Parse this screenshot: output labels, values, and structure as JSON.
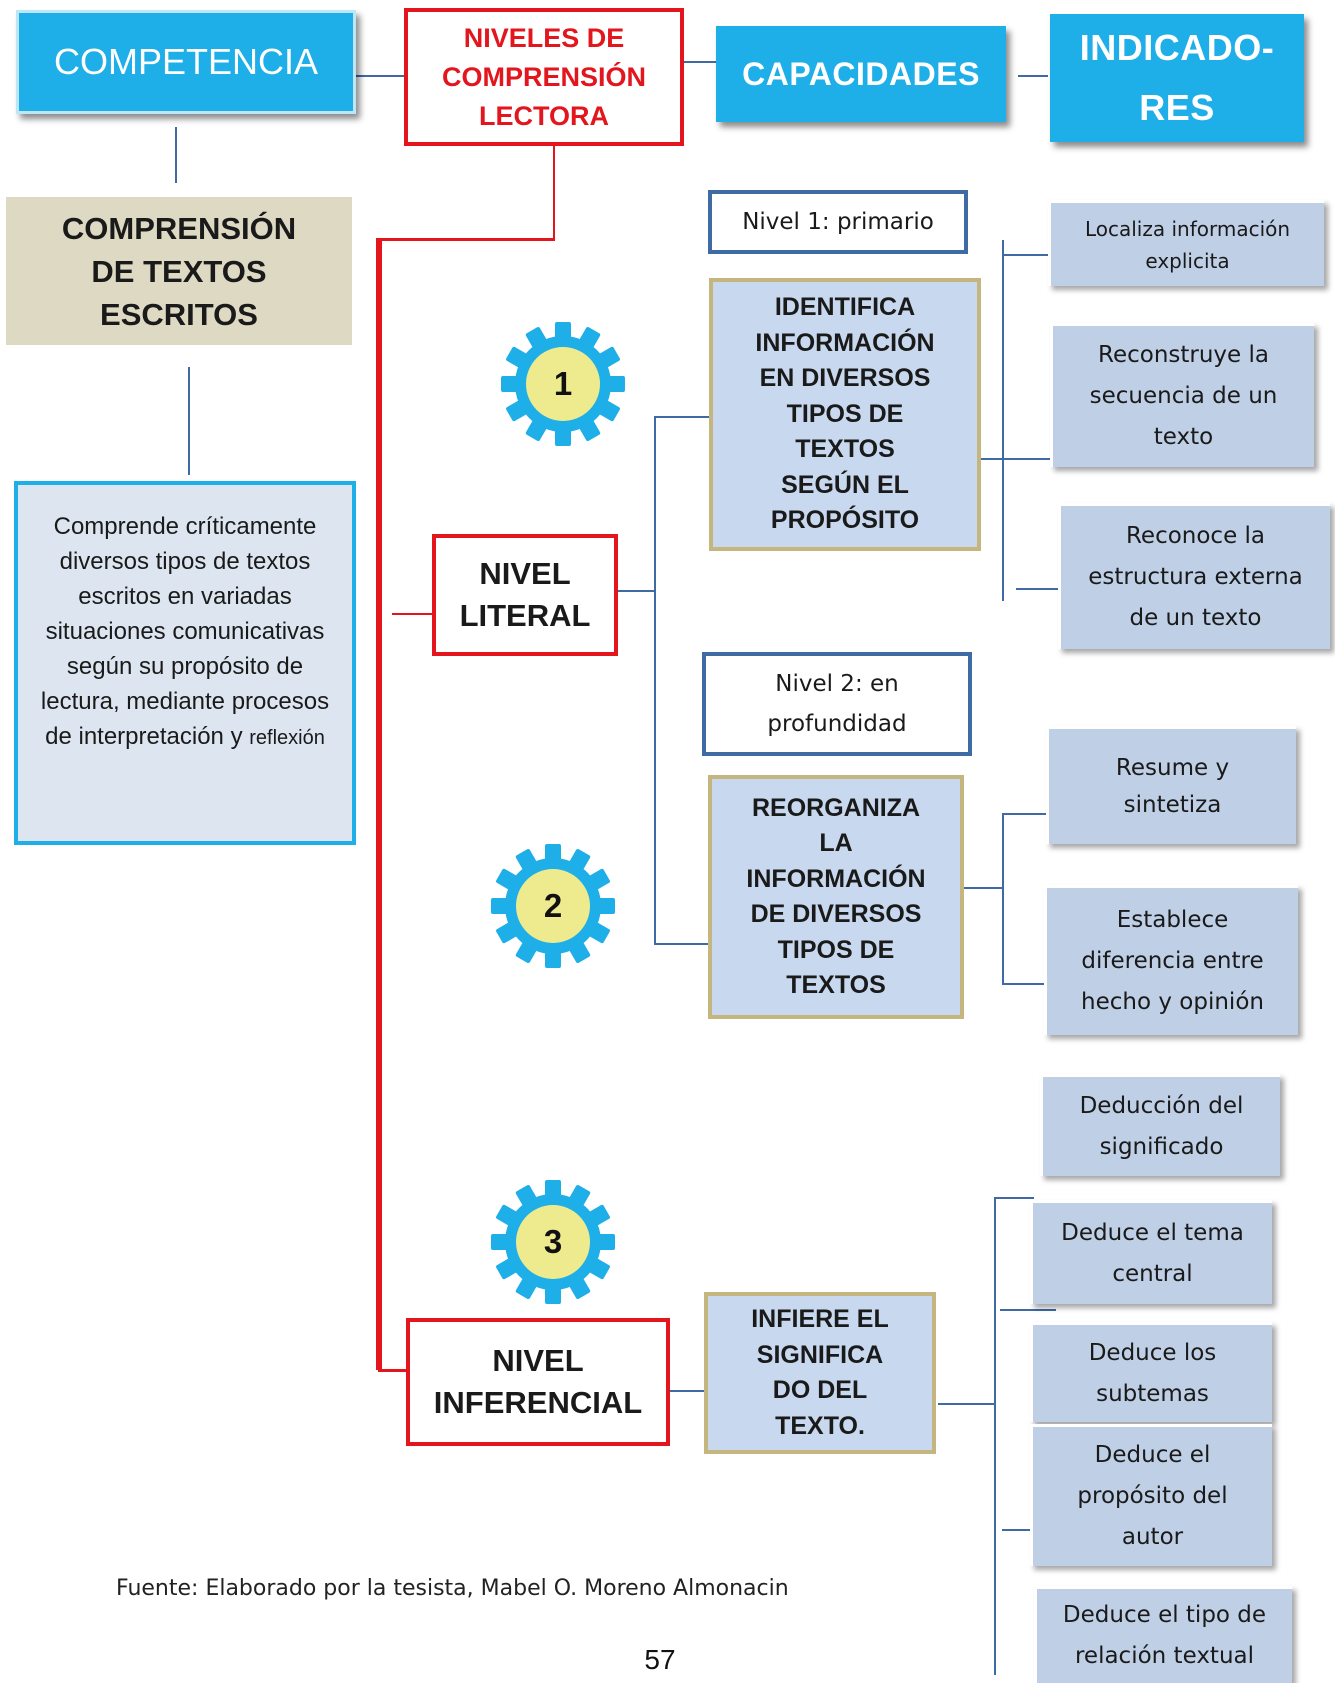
{
  "header": {
    "competencia": "COMPETENCIA",
    "niveles": [
      "NIVELES DE",
      "COMPRENSIÓN",
      "LECTORA"
    ],
    "capacidades": "CAPACIDADES",
    "indicadores": [
      "INDICADO-",
      "RES"
    ]
  },
  "competencia": {
    "title": [
      "COMPRENSIÓN",
      "DE TEXTOS",
      "ESCRITOS"
    ],
    "description_main": "Comprende críticamente diversos tipos de textos escritos en variadas situaciones comunicativas según su propósito  de lectura, mediante procesos de interpretación y",
    "description_tail": "reflexión"
  },
  "niveles": {
    "literal": [
      "NIVEL",
      "LITERAL"
    ],
    "inferencial": [
      "NIVEL",
      "INFERENCIAL"
    ]
  },
  "nivel_labels": {
    "n1": "Nivel 1: primario",
    "n2": [
      "Nivel  2: en",
      "profundidad"
    ]
  },
  "gears": [
    "1",
    "2",
    "3"
  ],
  "capacidades": {
    "c1": [
      "IDENTIFICA",
      "INFORMACIÓN",
      "EN DIVERSOS",
      "TIPOS DE",
      "TEXTOS",
      "SEGÚN EL",
      "PROPÓSITO"
    ],
    "c2": [
      "REORGANIZA",
      "LA",
      "INFORMACIÓN",
      "DE DIVERSOS",
      "TIPOS DE",
      "TEXTOS"
    ],
    "c3": [
      "INFIERE EL",
      "SIGNIFICA",
      "DO DEL",
      "TEXTO."
    ]
  },
  "indicadores": {
    "i1": [
      "Localiza información",
      "explicita"
    ],
    "i2": [
      "Reconstruye la",
      "secuencia de un",
      "texto"
    ],
    "i3": [
      "Reconoce la",
      "estructura externa",
      "de un texto"
    ],
    "i4": [
      "Resume y",
      "sintetiza"
    ],
    "i5": [
      "Establece",
      "diferencia entre",
      "hecho y opinión"
    ],
    "i6": [
      "Deducción del",
      "significado"
    ],
    "i7": [
      "Deduce el tema",
      "central"
    ],
    "i8": [
      "Deduce los",
      "subtemas"
    ],
    "i9": [
      "Deduce el",
      "propósito del",
      "autor"
    ],
    "i10": [
      "Deduce el tipo de",
      "relación textual"
    ]
  },
  "footer": {
    "source": "Fuente:  Elaborado por la tesista, Mabel O. Moreno Almonacin",
    "page_number": "57"
  },
  "colors": {
    "header_blue": "#1eaee8",
    "red": "#e3151d",
    "connector_blue": "#3f6aa3",
    "capacity_fill": "#c8d8ee",
    "capacity_border": "#c4b67e",
    "indicator_fill": "#bfcfe6",
    "beige": "#ddd9c3",
    "gear_blue": "#1eaee8",
    "gear_center": "#eeeb8e"
  }
}
